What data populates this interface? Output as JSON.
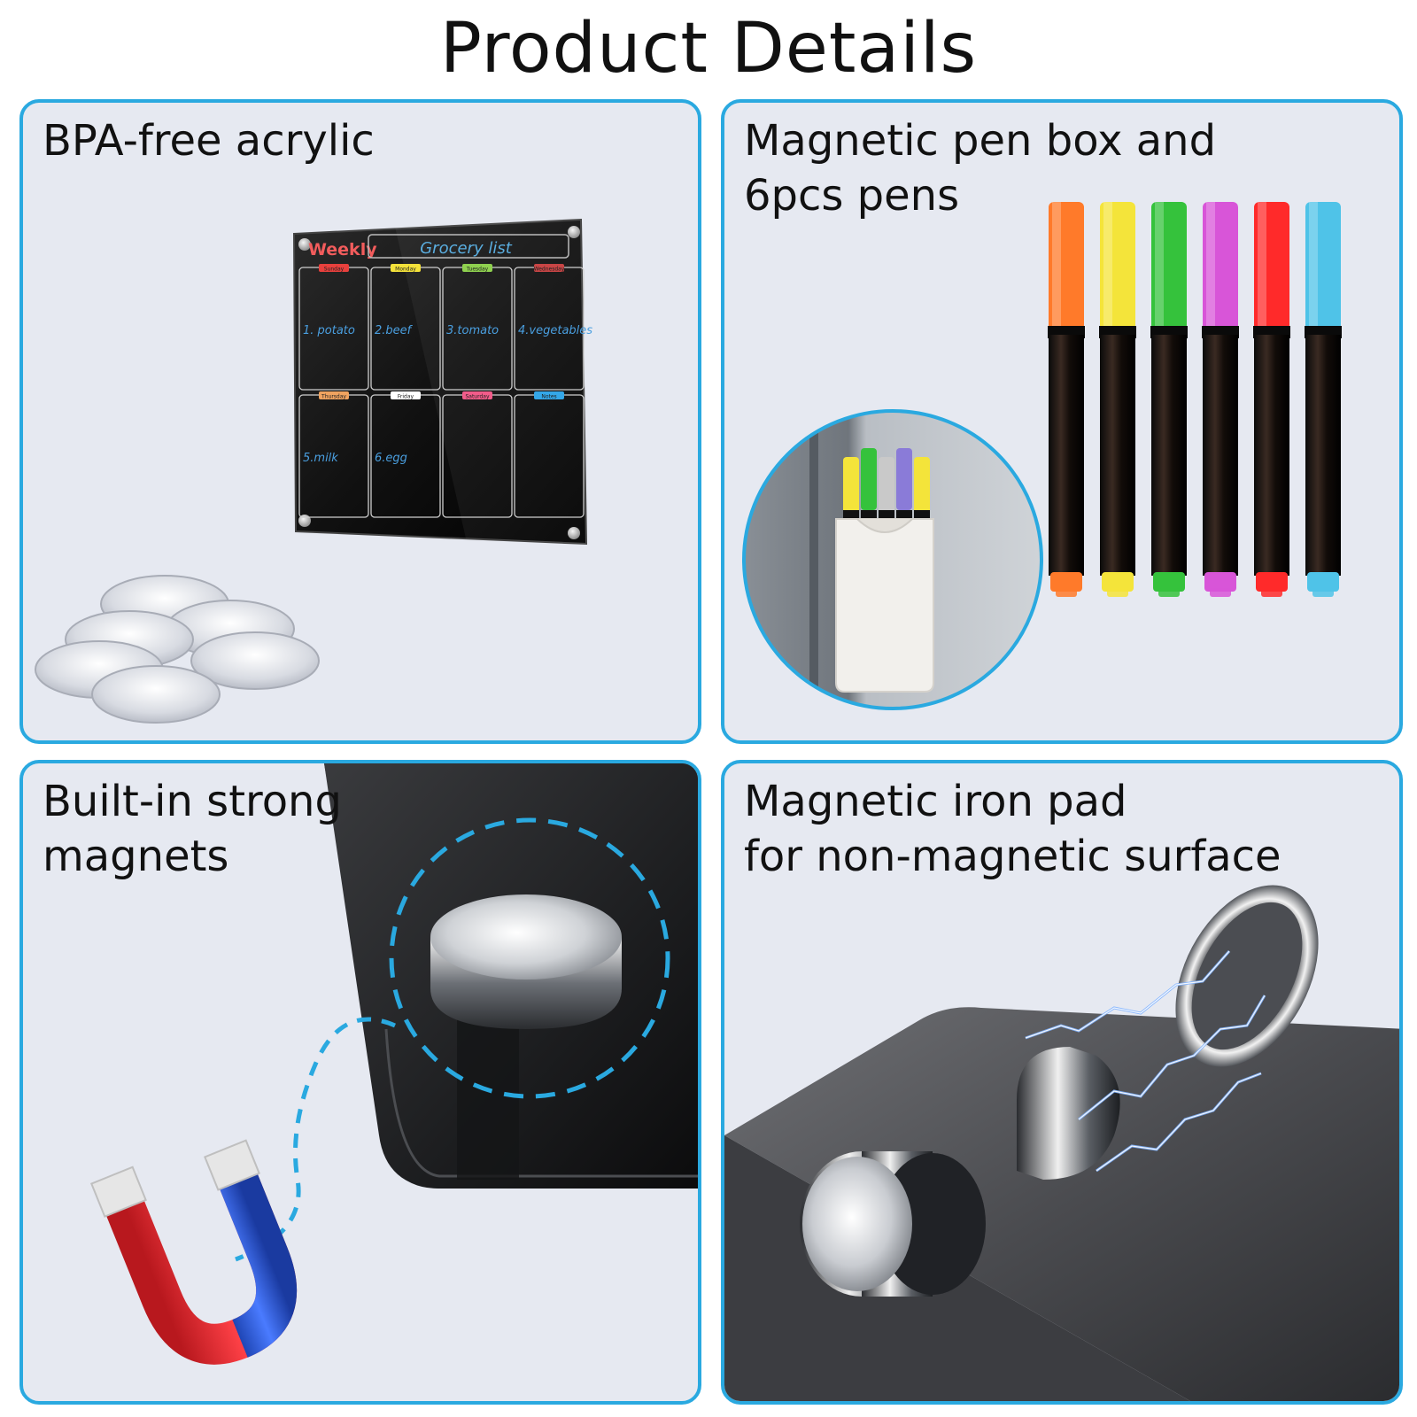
{
  "title": "Product Details",
  "panels": {
    "acrylic": {
      "caption_lines": [
        "BPA-free acrylic"
      ]
    },
    "pens": {
      "caption_lines": [
        "Magnetic pen box and",
        "6pcs pens"
      ]
    },
    "magnets": {
      "caption_lines": [
        "Built-in strong",
        "magnets"
      ]
    },
    "pad": {
      "caption_lines": [
        "Magnetic iron pad",
        "for non-magnetic surface"
      ]
    }
  },
  "board": {
    "weekly": "Weekly",
    "grocery": "Grocery list",
    "days": [
      "Sunday",
      "Monday",
      "Tuesday",
      "Wednesday",
      "Thursday",
      "Friday",
      "Saturday",
      "Notes"
    ],
    "items": [
      "1. potato",
      "2.beef",
      "3.tomato",
      "4.vegetables",
      "5.milk",
      "6.egg",
      "",
      ""
    ],
    "day_colors": [
      "#e8403d",
      "#f4e23a",
      "#8fd14f",
      "#c84545",
      "#f0a360",
      "#ffffff",
      "#f25c8a",
      "#34a7e8"
    ]
  },
  "pen_colors": [
    "#ff7a2a",
    "#f4e43a",
    "#35c23c",
    "#d855d8",
    "#ff2a2a",
    "#4fc3e8"
  ],
  "colors": {
    "accent": "#2aa9e0",
    "panel_bg": "#e6e9f1"
  }
}
